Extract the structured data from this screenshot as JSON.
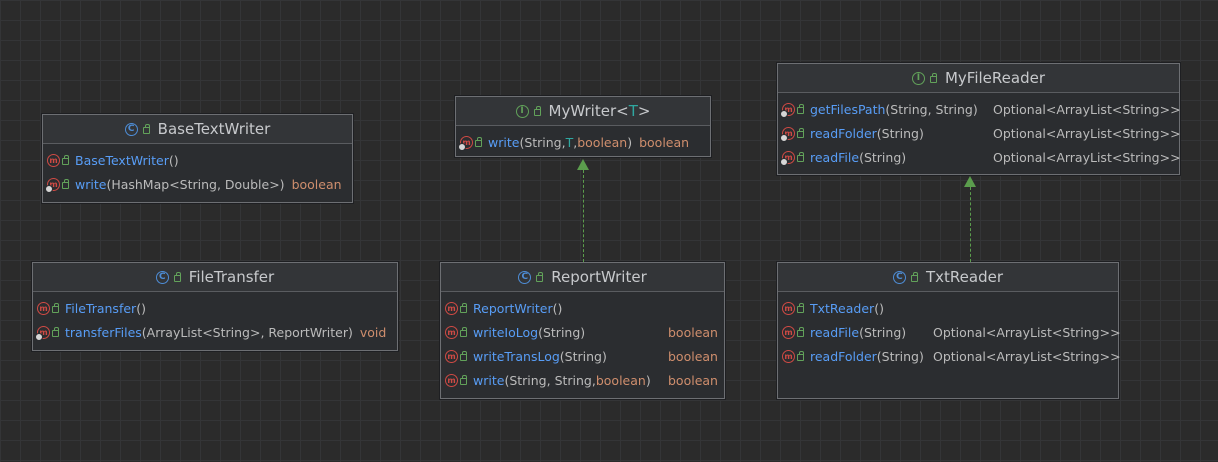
{
  "boxes": {
    "base_text_writer": {
      "kind": "C",
      "name": "BaseTextWriter",
      "methods": [
        {
          "name": "BaseTextWriter",
          "params": "()",
          "ret": ""
        },
        {
          "name": "write",
          "params": "(HashMap<String, Double>)",
          "ret": "boolean"
        }
      ]
    },
    "my_writer": {
      "kind": "I",
      "name": "MyWriter",
      "type_param": "T",
      "method": {
        "name": "write",
        "p1": "(String, ",
        "p2": "T",
        "p3": ", ",
        "p4": "boolean",
        "p5": ")",
        "ret": "boolean"
      }
    },
    "my_file_reader": {
      "kind": "I",
      "name": "MyFileReader",
      "methods": [
        {
          "name": "getFilesPath",
          "params": "(String, String)",
          "ret": "Optional<ArrayList<String>>"
        },
        {
          "name": "readFolder",
          "params": "(String)",
          "ret": "Optional<ArrayList<String>>"
        },
        {
          "name": "readFile",
          "params": "(String)",
          "ret": "Optional<ArrayList<String>>"
        }
      ]
    },
    "file_transfer": {
      "kind": "C",
      "name": "FileTransfer",
      "methods": [
        {
          "name": "FileTransfer",
          "params": "()",
          "ret": ""
        },
        {
          "name": "transferFiles",
          "params": "(ArrayList<String>, ReportWriter)",
          "ret": "void"
        }
      ]
    },
    "report_writer": {
      "kind": "C",
      "name": "ReportWriter",
      "methods": [
        {
          "name": "ReportWriter",
          "params": "()",
          "ret": ""
        },
        {
          "name": "writeIoLog",
          "params": "(String)",
          "ret": "boolean"
        },
        {
          "name": "writeTransLog",
          "params": "(String)",
          "ret": "boolean"
        },
        {
          "name": "write",
          "params_a": "(String, String, ",
          "params_b": "boolean",
          "params_c": ")",
          "ret": "boolean"
        }
      ]
    },
    "txt_reader": {
      "kind": "C",
      "name": "TxtReader",
      "methods": [
        {
          "name": "TxtReader",
          "params": "()",
          "ret": ""
        },
        {
          "name": "readFile",
          "params": "(String)",
          "ret": "Optional<ArrayList<String>>"
        },
        {
          "name": "readFolder",
          "params": "(String)",
          "ret": "Optional<ArrayList<String>>"
        }
      ]
    }
  },
  "method_icon_letter": "m",
  "colors": {
    "background": "#2b2b2b",
    "class_icon": "#4e8dd6",
    "interface_icon": "#62a25a",
    "method_icon": "#cf4a44",
    "method_name": "#589df6",
    "keyword": "#cf8e6d",
    "type_param": "#2fa7a0",
    "realization_arrow": "#5b9d4d"
  },
  "relations": [
    {
      "from": "ReportWriter",
      "to": "MyWriter",
      "type": "realization"
    },
    {
      "from": "TxtReader",
      "to": "MyFileReader",
      "type": "realization"
    }
  ]
}
